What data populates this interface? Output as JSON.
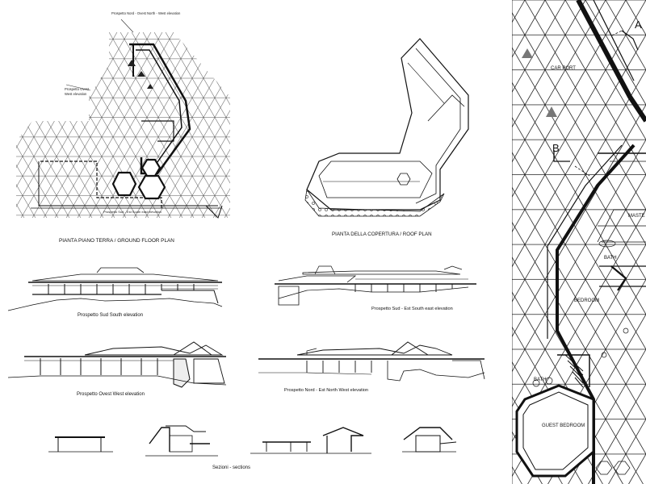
{
  "sheet": {
    "ground_plan_caption": "PIANTA PIANO TERRA   /   GROUND FLOOR PLAN",
    "roof_plan_caption": "PIANTA DELLA COPERTURA   /   ROOF PLAN",
    "south_caption": "Prospetto Sud      South elevation",
    "southeast_caption": "Prospetto Sud - Est      South east elevation",
    "west_caption": "Prospetto Ovest      West elevation",
    "northwest_caption": "Prospetto Nord - Est      North West elevation",
    "sections_caption": "Sezioni - sections",
    "plan_label_top": "Prospetto Nord - Ovest      North - West elevation",
    "plan_label_west_1": "Prospetto Ovest",
    "plan_label_west_2": "West elevation",
    "plan_label_bottom": "Prospetto Sud - Est      South east elevation"
  },
  "detail": {
    "carport": "CAR PORT",
    "master": "MASTE",
    "bath_top": "BATH",
    "bedroom": "BEDROOM",
    "bath_bottom": "BATH",
    "guest_bedroom": "GUEST BEDROOM",
    "section_a": "A",
    "section_b": "B"
  }
}
